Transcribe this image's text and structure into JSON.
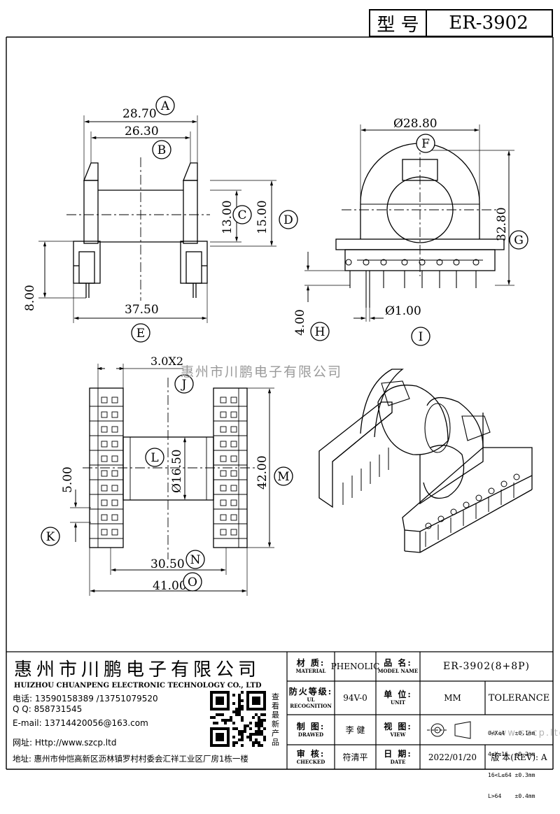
{
  "header": {
    "type_label": "型 号",
    "model": "ER-3902"
  },
  "watermark": "惠州市川鹏电子有限公司",
  "watermark_url": "www.szcp.ltd",
  "dims": {
    "A": "28.70",
    "B": "26.30",
    "C": "13.00",
    "D": "15.00",
    "E": "37.50",
    "left_height": "8.00",
    "F": "Ø28.80",
    "G": "32.80",
    "H": "4.00",
    "I": "Ø1.00",
    "J": "3.0X2",
    "K": "5.00",
    "L": "Ø16.50",
    "M": "42.00",
    "N": "30.50",
    "O": "41.00"
  },
  "letters": [
    "A",
    "B",
    "C",
    "D",
    "E",
    "F",
    "G",
    "H",
    "I",
    "J",
    "K",
    "L",
    "M",
    "N",
    "O"
  ],
  "company": {
    "name_cn": "惠州市川鹏电子有限公司",
    "name_en": "HUIZHOU CHUANPENG ELECTRONIC TECHNOLOGY CO., LTD",
    "phone": "电话: 13590158389 /13751079520",
    "qq": "Q Q:  858731545",
    "email": "E-mail: 13714420056@163.com",
    "website": "网址: Http://www.szcp.ltd",
    "address": "地址: 惠州市仲恺高新区沥林镇罗村村委会汇祥工业区厂房1栋一楼",
    "qr_caption": "查看最新产品"
  },
  "title_block": {
    "material_cn": "材  质:",
    "material_en": "MATERIAL",
    "material_val": "PHENOLIC",
    "partname_cn": "品  名:",
    "partname_en": "MODEL NAME",
    "partname_val": "ER-3902(8+8P)",
    "ul_cn": "防火等级:",
    "ul_en": "UL RECOGNITION",
    "ul_val": "94V-0",
    "unit_cn": "单  位:",
    "unit_en": "UNIT",
    "unit_val": "MM",
    "tolerance_title": "TOLERANCE",
    "tolerance_rows": [
      "0<X≤4   ±0.1mm",
      "4<X≤16  ±0.2mm",
      "16<L≤64 ±0.3mm",
      "L>64    ±0.4mm"
    ],
    "drawn_cn": "制  图:",
    "drawn_en": "DRAWED",
    "drawn_val": "李 健",
    "view_cn": "视  图:",
    "view_en": "VIEW",
    "checked_cn": "审  核:",
    "checked_en": "CHECKED",
    "checked_val": "符清平",
    "date_cn": "日  期:",
    "date_en": "DATE",
    "date_val": "2022/01/20",
    "rev_label": "版 本(REV): A"
  }
}
